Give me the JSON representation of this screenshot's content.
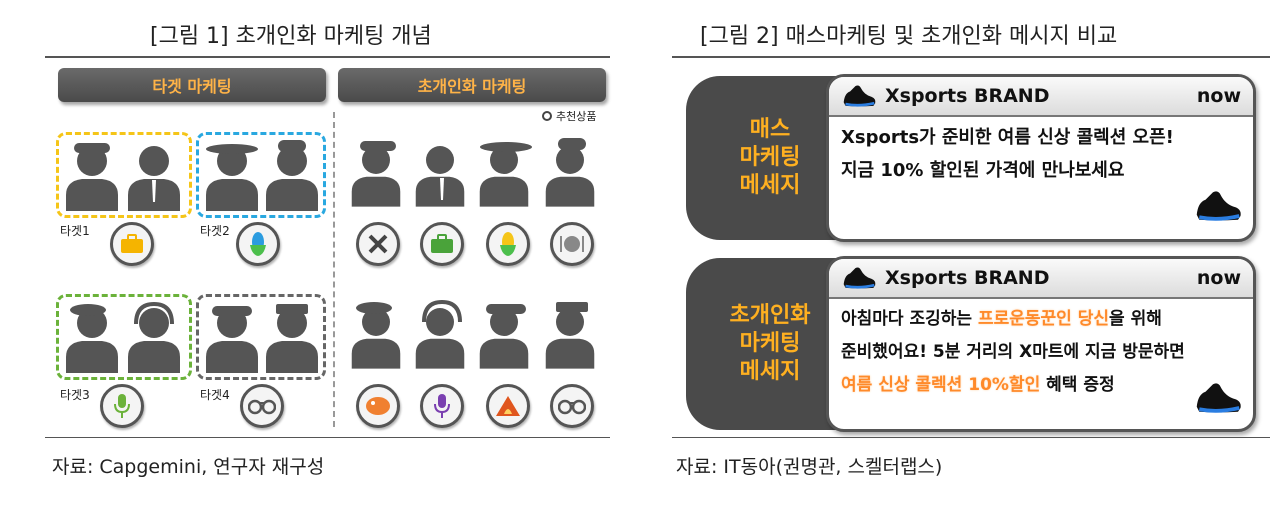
{
  "figure1": {
    "title": "[그림 1] 초개인화 마케팅 개념",
    "header_left": "타겟 마케팅",
    "header_right": "초개인화 마케팅",
    "recommend_legend": "추천상품",
    "targets": [
      {
        "label": "타겟1",
        "product_icon": "briefcase-icon",
        "color": "#f5c518"
      },
      {
        "label": "타겟2",
        "product_icon": "corn-icon",
        "color": "#29a8e0"
      },
      {
        "label": "타겟3",
        "product_icon": "microphone-icon",
        "color": "#6bb23a"
      },
      {
        "label": "타겟4",
        "product_icon": "handcuffs-icon",
        "color": "#666666"
      }
    ],
    "personal_row1_icons": [
      "tools-icon",
      "briefcase-icon",
      "corn-icon",
      "dish-icon"
    ],
    "personal_row2_icons": [
      "palette-icon",
      "microphone-icon",
      "fire-icon",
      "handcuffs-icon"
    ],
    "source": "자료: Capgemini, 연구자 재구성"
  },
  "figure2": {
    "title": "[그림 2] 매스마케팅 및 초개인화 메시지 비교",
    "mass": {
      "label_lines": [
        "매스",
        "마케팅",
        "메세지"
      ],
      "brand": "Xsports BRAND",
      "time": "now",
      "line1": "Xsports가 준비한 여름 신상 콜렉션 오픈!",
      "line2": "지금 10% 할인된 가격에 만나보세요"
    },
    "personal": {
      "label_lines": [
        "초개인화",
        "마케팅",
        "메세지"
      ],
      "brand": "Xsports BRAND",
      "time": "now",
      "line1_a": "아침마다 조깅하는 ",
      "line1_hl": "프로운동꾼인 당신",
      "line1_b": "을 위해",
      "line2": "준비했어요! 5분 거리의 X마트에 지금 방문하면",
      "line3_hl": "여름 신상 콜렉션 10%할인",
      "line3_b": " 혜택 증정"
    },
    "source": "자료: IT동아(권명관, 스켈터랩스)"
  },
  "colors": {
    "accent_orange": "#ffb020",
    "highlight": "#ff8a2a",
    "dark_panel": "#4a4a4a"
  }
}
